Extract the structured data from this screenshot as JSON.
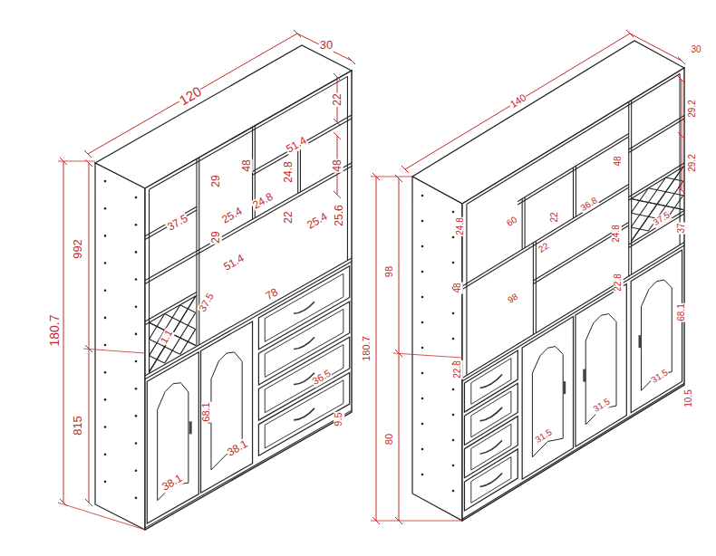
{
  "diagram": {
    "labels": [
      "120",
      "30",
      "22",
      "51.4",
      "48",
      "29",
      "24.8",
      "48",
      "37.5",
      "25.4",
      "24.8",
      "22",
      "25.4",
      "25.6",
      "29",
      "51.4",
      "992",
      "78",
      "180.7",
      "37.5",
      "1.1",
      "68.1",
      "815",
      "38.1",
      "38.1",
      "9.5",
      "36.5",
      "140",
      "30",
      "29.2",
      "29.2",
      "48",
      "24.8",
      "60",
      "22",
      "36.8",
      "24.8",
      "37.5",
      "37",
      "22",
      "98",
      "48",
      "98",
      "22.8",
      "22.8",
      "180.7",
      "68.1",
      "80",
      "31.5",
      "31.5",
      "31.5",
      "10.5"
    ]
  }
}
